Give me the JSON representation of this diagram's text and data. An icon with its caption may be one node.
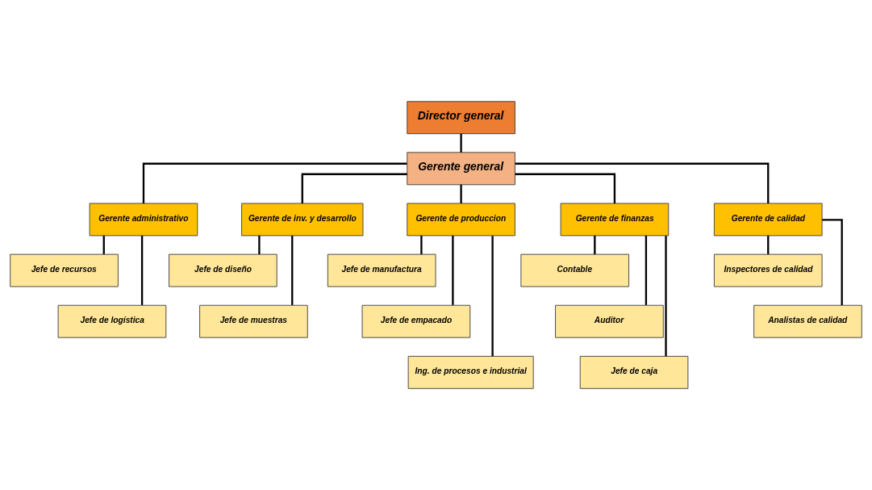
{
  "diagram": {
    "nodes": [
      {
        "text": [
          "Director general"
        ]
      },
      {
        "text": [
          "Gerente general"
        ]
      },
      {
        "text": [
          "Gerente administrativo"
        ]
      },
      {
        "text": [
          "Gerente de inv. y desarrollo"
        ]
      },
      {
        "text": [
          "Gerente de produccion"
        ]
      },
      {
        "text": [
          "Gerente de finanzas"
        ]
      },
      {
        "text": [
          "Gerente de calidad"
        ]
      },
      {
        "text": [
          "Jefe de recursos"
        ]
      },
      {
        "text": [
          "Jefe de logística"
        ]
      },
      {
        "text": [
          "Jefe de diseño"
        ]
      },
      {
        "text": [
          "Jefe de muestras"
        ]
      },
      {
        "text": [
          "Jefe de manufactura"
        ]
      },
      {
        "text": [
          "Jefe de empacado"
        ]
      },
      {
        "text": [
          "Ing. de procesos e industrial"
        ]
      },
      {
        "text": [
          "Contable"
        ]
      },
      {
        "text": [
          "Auditor"
        ]
      },
      {
        "text": [
          "Jefe de caja"
        ]
      },
      {
        "text": [
          "Inspectores de calidad"
        ]
      },
      {
        "text": [
          "Analistas de calidad"
        ]
      }
    ],
    "edges": [
      {
        "from": 0,
        "to": 1,
        "arrow": "none"
      },
      {
        "from": 1,
        "to": 2,
        "arrow": "none"
      },
      {
        "from": 1,
        "to": 3,
        "arrow": "none"
      },
      {
        "from": 1,
        "to": 4,
        "arrow": "none"
      },
      {
        "from": 1,
        "to": 5,
        "arrow": "none"
      },
      {
        "from": 1,
        "to": 6,
        "arrow": "none"
      },
      {
        "from": 2,
        "to": 7,
        "arrow": "none"
      },
      {
        "from": 2,
        "to": 8,
        "arrow": "none"
      },
      {
        "from": 3,
        "to": 9,
        "arrow": "none"
      },
      {
        "from": 3,
        "to": 10,
        "arrow": "none"
      },
      {
        "from": 4,
        "to": 11,
        "arrow": "none"
      },
      {
        "from": 4,
        "to": 12,
        "arrow": "none"
      },
      {
        "from": 4,
        "to": 13,
        "arrow": "none"
      },
      {
        "from": 5,
        "to": 14,
        "arrow": "none"
      },
      {
        "from": 5,
        "to": 15,
        "arrow": "none"
      },
      {
        "from": 5,
        "to": 16,
        "arrow": "none"
      },
      {
        "from": 6,
        "to": 17,
        "arrow": "none"
      },
      {
        "from": 6,
        "to": 18,
        "arrow": "none"
      }
    ]
  }
}
